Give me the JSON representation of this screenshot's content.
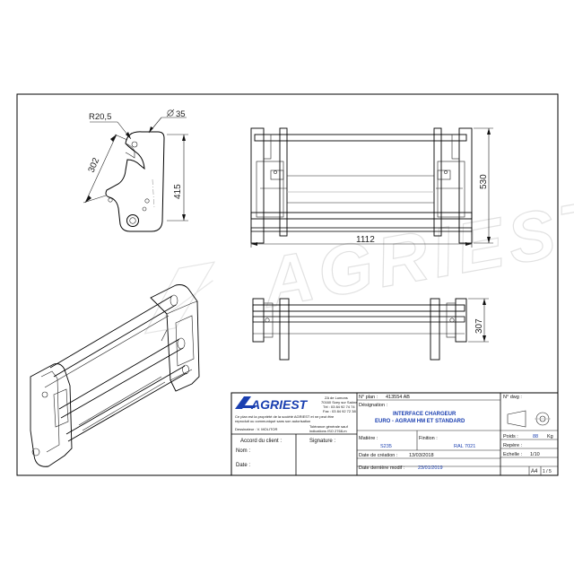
{
  "company": {
    "name": "AGRIEST",
    "address": [
      "ZA de Lumons",
      "70160 Scey sur Saône",
      "Tél : 03 84 92 74 74",
      "Fax : 03 84 92 72 38"
    ],
    "notice": [
      "Ce plan est la propriété de la société AGRIEST et ne peut être",
      "reproduit ou communiqué sans son autorisation"
    ],
    "designer_label": "Dessinateur : V. MOLITOR",
    "tolerance": [
      "Tolérance générale sauf",
      "indications ISO 2768-m"
    ]
  },
  "title_block": {
    "plan_no_label": "N° plan :",
    "plan_no": "413554 AB",
    "designation_label": "Désignation :",
    "designation": [
      "INTERFACE CHARGEUR",
      "EURO - AGRAM HM ET STANDARD"
    ],
    "dwg_no_label": "N° dwg :",
    "client_label": "Accord du client :",
    "signature_label": "Signature :",
    "name_label": "Nom :",
    "date_label": "Date :",
    "matiere_label": "Matière :",
    "matiere": "S235",
    "finition_label": "Finition :",
    "finition": "RAL 7021",
    "creation_label": "Date de création :",
    "creation": "13/03/2018",
    "modif_label": "Date dernière modif :",
    "modif": "23/01/2019",
    "poids_label": "Poids :",
    "poids": "88",
    "poids_unit": "Kg",
    "repere_label": "Repère :",
    "echelle_label": "Echelle :",
    "echelle": "1/10",
    "format": "A4",
    "sheet": "1 / 5"
  },
  "dimensions": {
    "radius": "R20,5",
    "diameter": "35",
    "side_length": "302",
    "side_height": "415",
    "front_width": "1112",
    "front_height": "530",
    "top_height": "307"
  },
  "watermark": "AGRIEST"
}
